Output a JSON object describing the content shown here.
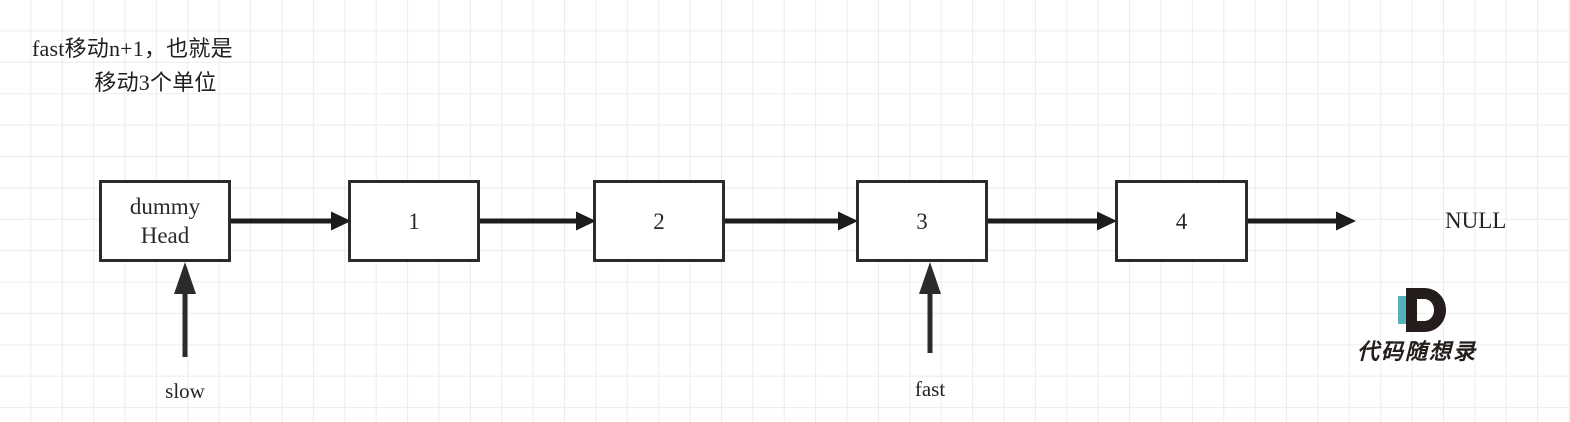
{
  "diagram": {
    "title_line_1": "fast移动n+1，也就是",
    "title_line_2": "移动3个单位",
    "nodes": [
      {
        "id": "dummy-head",
        "label_line_1": "dummy",
        "label_line_2": "Head"
      },
      {
        "id": "node-1",
        "label": "1"
      },
      {
        "id": "node-2",
        "label": "2"
      },
      {
        "id": "node-3",
        "label": "3"
      },
      {
        "id": "node-4",
        "label": "4"
      }
    ],
    "terminator": "NULL",
    "pointers": [
      {
        "id": "slow",
        "label": "slow",
        "points_to": "dummy-head"
      },
      {
        "id": "fast",
        "label": "fast",
        "points_to": "node-3"
      }
    ],
    "colors": {
      "box_border": "#2b2b2b",
      "arrow": "#1c1c1c",
      "text": "#242424",
      "grid_line": "#ececec",
      "background": "#ffffff",
      "logo_dark": "#241d1b",
      "logo_accent": "#55b2bb"
    }
  },
  "watermark": {
    "logo_letter": "D",
    "text": "代码随想录"
  }
}
